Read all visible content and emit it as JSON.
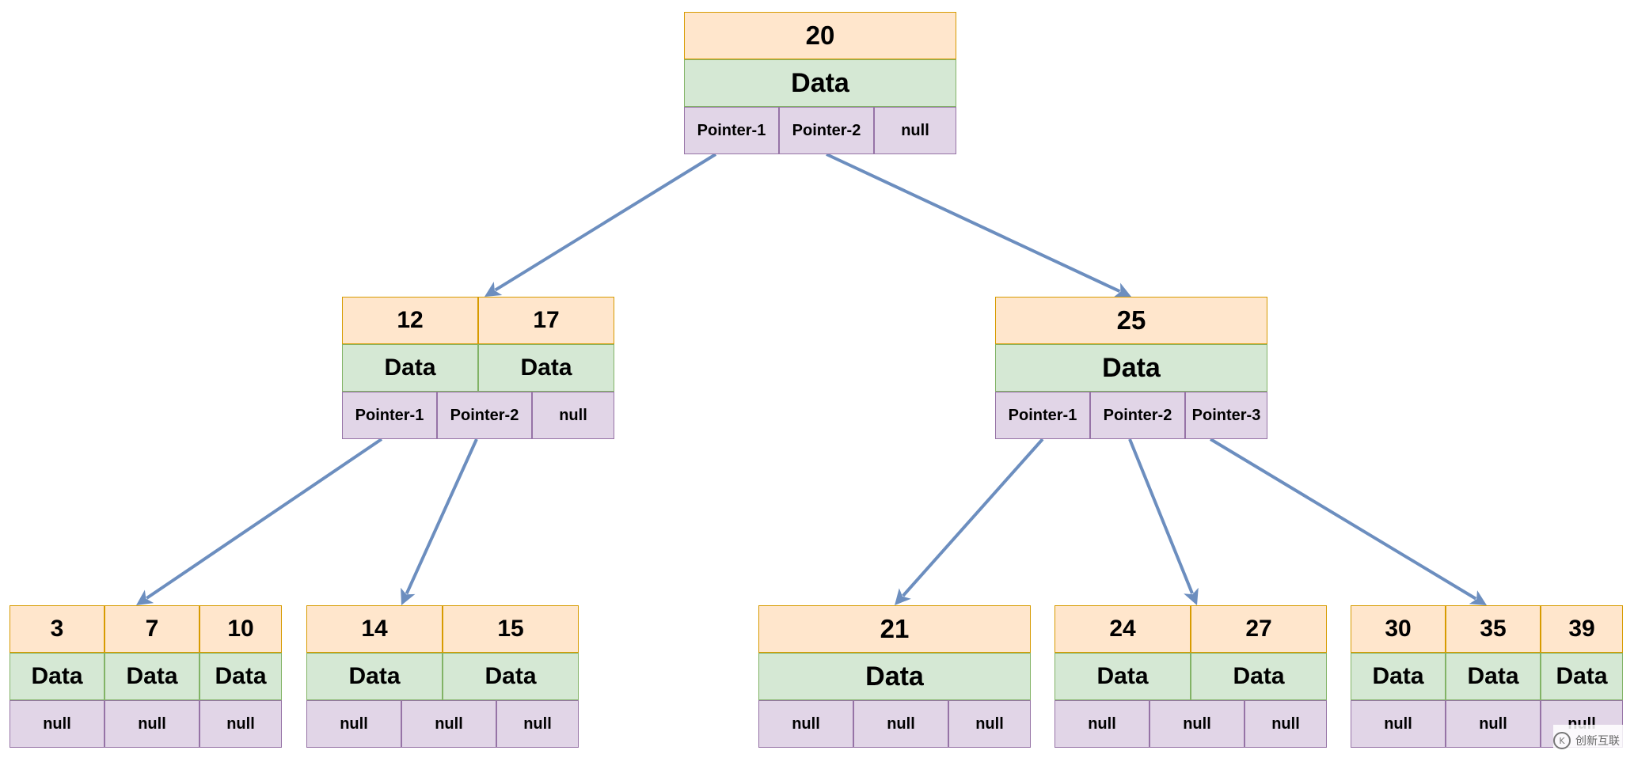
{
  "colors": {
    "key_fill": "#ffe6cc",
    "key_border": "#d79b00",
    "data_fill": "#d5e8d4",
    "data_border": "#82b366",
    "pointer_fill": "#e1d5e7",
    "pointer_border": "#9673a6",
    "edge": "#6c8ebf"
  },
  "nodes": [
    {
      "id": "root",
      "keys": [
        "20"
      ],
      "data": [
        "Data"
      ],
      "pointers": [
        "Pointer-1",
        "Pointer-2",
        "null"
      ]
    },
    {
      "id": "l1-left",
      "keys": [
        "12",
        "17"
      ],
      "data": [
        "Data",
        "Data"
      ],
      "pointers": [
        "Pointer-1",
        "Pointer-2",
        "null"
      ]
    },
    {
      "id": "l1-right",
      "keys": [
        "25"
      ],
      "data": [
        "Data"
      ],
      "pointers": [
        "Pointer-1",
        "Pointer-2",
        "Pointer-3"
      ]
    },
    {
      "id": "leaf-1",
      "keys": [
        "3",
        "7",
        "10"
      ],
      "data": [
        "Data",
        "Data",
        "Data"
      ],
      "pointers": [
        "null",
        "null",
        "null"
      ]
    },
    {
      "id": "leaf-2",
      "keys": [
        "14",
        "15"
      ],
      "data": [
        "Data",
        "Data"
      ],
      "pointers": [
        "null",
        "null",
        "null"
      ]
    },
    {
      "id": "leaf-3",
      "keys": [
        "21"
      ],
      "data": [
        "Data"
      ],
      "pointers": [
        "null",
        "null",
        "null"
      ]
    },
    {
      "id": "leaf-4",
      "keys": [
        "24",
        "27"
      ],
      "data": [
        "Data",
        "Data"
      ],
      "pointers": [
        "null",
        "null",
        "null"
      ]
    },
    {
      "id": "leaf-5",
      "keys": [
        "30",
        "35",
        "39"
      ],
      "data": [
        "Data",
        "Data",
        "Data"
      ],
      "pointers": [
        "null",
        "null",
        "null"
      ]
    }
  ],
  "edges": [
    {
      "from": "root",
      "pointer": "Pointer-1",
      "to": "l1-left"
    },
    {
      "from": "root",
      "pointer": "Pointer-2",
      "to": "l1-right"
    },
    {
      "from": "l1-left",
      "pointer": "Pointer-1",
      "to": "leaf-1"
    },
    {
      "from": "l1-left",
      "pointer": "Pointer-2",
      "to": "leaf-2"
    },
    {
      "from": "l1-right",
      "pointer": "Pointer-1",
      "to": "leaf-3"
    },
    {
      "from": "l1-right",
      "pointer": "Pointer-2",
      "to": "leaf-4"
    },
    {
      "from": "l1-right",
      "pointer": "Pointer-3",
      "to": "leaf-5"
    }
  ],
  "watermark": {
    "logo_icon": "chuangxin-logo-icon",
    "text": "创新互联"
  }
}
